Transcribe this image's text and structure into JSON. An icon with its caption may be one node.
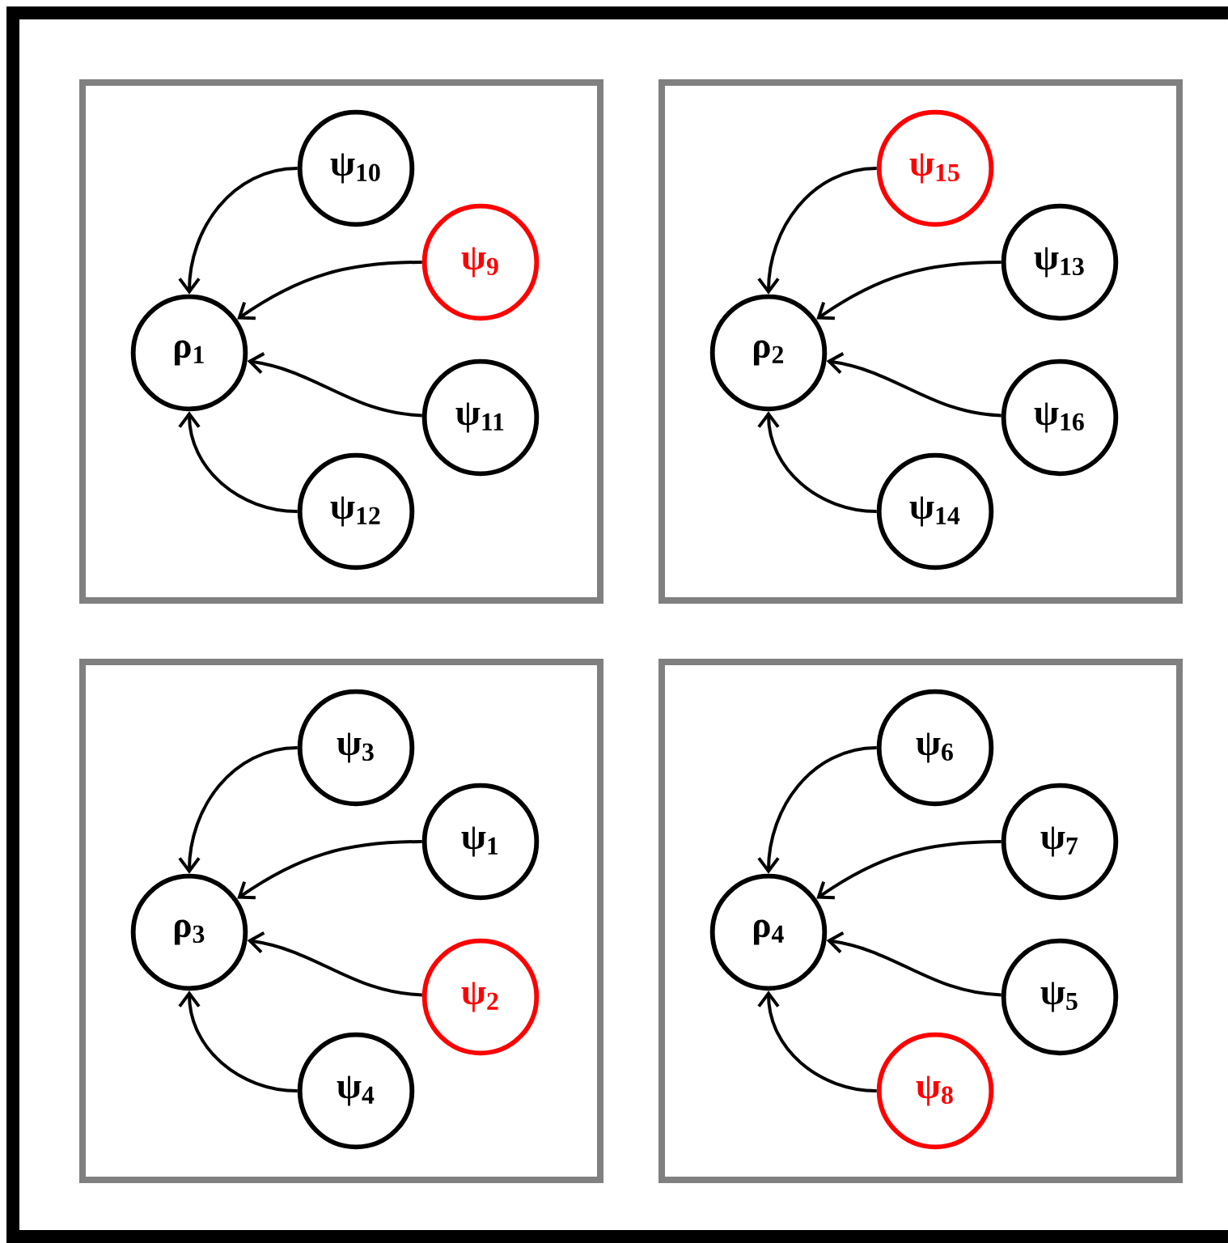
{
  "diagram": {
    "nodes": [
      {
        "text": [],
        "shape": "box"
      },
      {
        "text": [
          "ρ$_{1}$"
        ],
        "in": 0
      },
      {
        "text": [
          "ψ$_{10}$"
        ],
        "in": 0
      },
      {
        "text": [
          "ψ$_{9}$"
        ],
        "in": 0
      },
      {
        "text": [
          "ψ$_{11}$"
        ],
        "in": 0
      },
      {
        "text": [
          "ψ$_{12}$"
        ],
        "in": 0
      },
      {
        "text": [],
        "shape": "box"
      },
      {
        "text": [
          "ρ$_{2}$"
        ],
        "in": 6
      },
      {
        "text": [
          "ψ$_{15}$"
        ],
        "in": 6
      },
      {
        "text": [
          "ψ$_{13}$"
        ],
        "in": 6
      },
      {
        "text": [
          "ψ$_{16}$"
        ],
        "in": 6
      },
      {
        "text": [
          "ψ$_{14}$"
        ],
        "in": 6
      },
      {
        "text": [],
        "shape": "box"
      },
      {
        "text": [
          "ρ$_{3}$"
        ],
        "in": 12
      },
      {
        "text": [
          "ψ$_{3}$"
        ],
        "in": 12
      },
      {
        "text": [
          "ψ$_{1}$"
        ],
        "in": 12
      },
      {
        "text": [
          "ψ$_{2}$"
        ],
        "in": 12
      },
      {
        "text": [
          "ψ$_{4}$"
        ],
        "in": 12
      },
      {
        "text": [],
        "shape": "box"
      },
      {
        "text": [
          "ρ$_{4}$"
        ],
        "in": 18
      },
      {
        "text": [
          "ψ$_{6}$"
        ],
        "in": 18
      },
      {
        "text": [
          "ψ$_{7}$"
        ],
        "in": 18
      },
      {
        "text": [
          "ψ$_{5}$"
        ],
        "in": 18
      },
      {
        "text": [
          "ψ$_{8}$"
        ],
        "in": 18
      }
    ],
    "edges": [
      {
        "from": 2,
        "to": 1,
        "arrow": "to"
      },
      {
        "from": 3,
        "to": 1,
        "arrow": "to"
      },
      {
        "from": 4,
        "to": 1,
        "arrow": "to"
      },
      {
        "from": 5,
        "to": 1,
        "arrow": "to"
      },
      {
        "from": 8,
        "to": 7,
        "arrow": "to"
      },
      {
        "from": 9,
        "to": 7,
        "arrow": "to"
      },
      {
        "from": 10,
        "to": 7,
        "arrow": "to"
      },
      {
        "from": 11,
        "to": 7,
        "arrow": "to"
      },
      {
        "from": 14,
        "to": 13,
        "arrow": "to"
      },
      {
        "from": 15,
        "to": 13,
        "arrow": "to"
      },
      {
        "from": 16,
        "to": 13,
        "arrow": "to"
      },
      {
        "from": 17,
        "to": 13,
        "arrow": "to"
      },
      {
        "from": 20,
        "to": 19,
        "arrow": "to"
      },
      {
        "from": 21,
        "to": 19,
        "arrow": "to"
      },
      {
        "from": 22,
        "to": 19,
        "arrow": "to"
      },
      {
        "from": 23,
        "to": 19,
        "arrow": "to"
      }
    ]
  }
}
